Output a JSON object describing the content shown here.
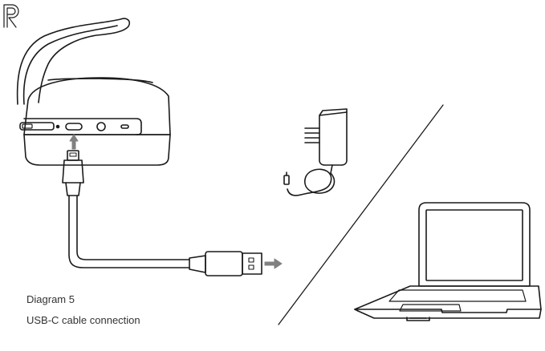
{
  "side_marker": "R",
  "caption": {
    "title": "Diagram 5",
    "subtitle": "USB-C cable connection"
  },
  "icons": [
    "right-side-marker-icon",
    "headset-illustration",
    "usb-c-cable-illustration",
    "power-adapter-illustration",
    "laptop-illustration",
    "arrow-right-icon",
    "arrow-up-icon",
    "divider-line"
  ],
  "colors": {
    "line": "#1a1a1a",
    "arrow": "#808080",
    "text": "#333333"
  }
}
